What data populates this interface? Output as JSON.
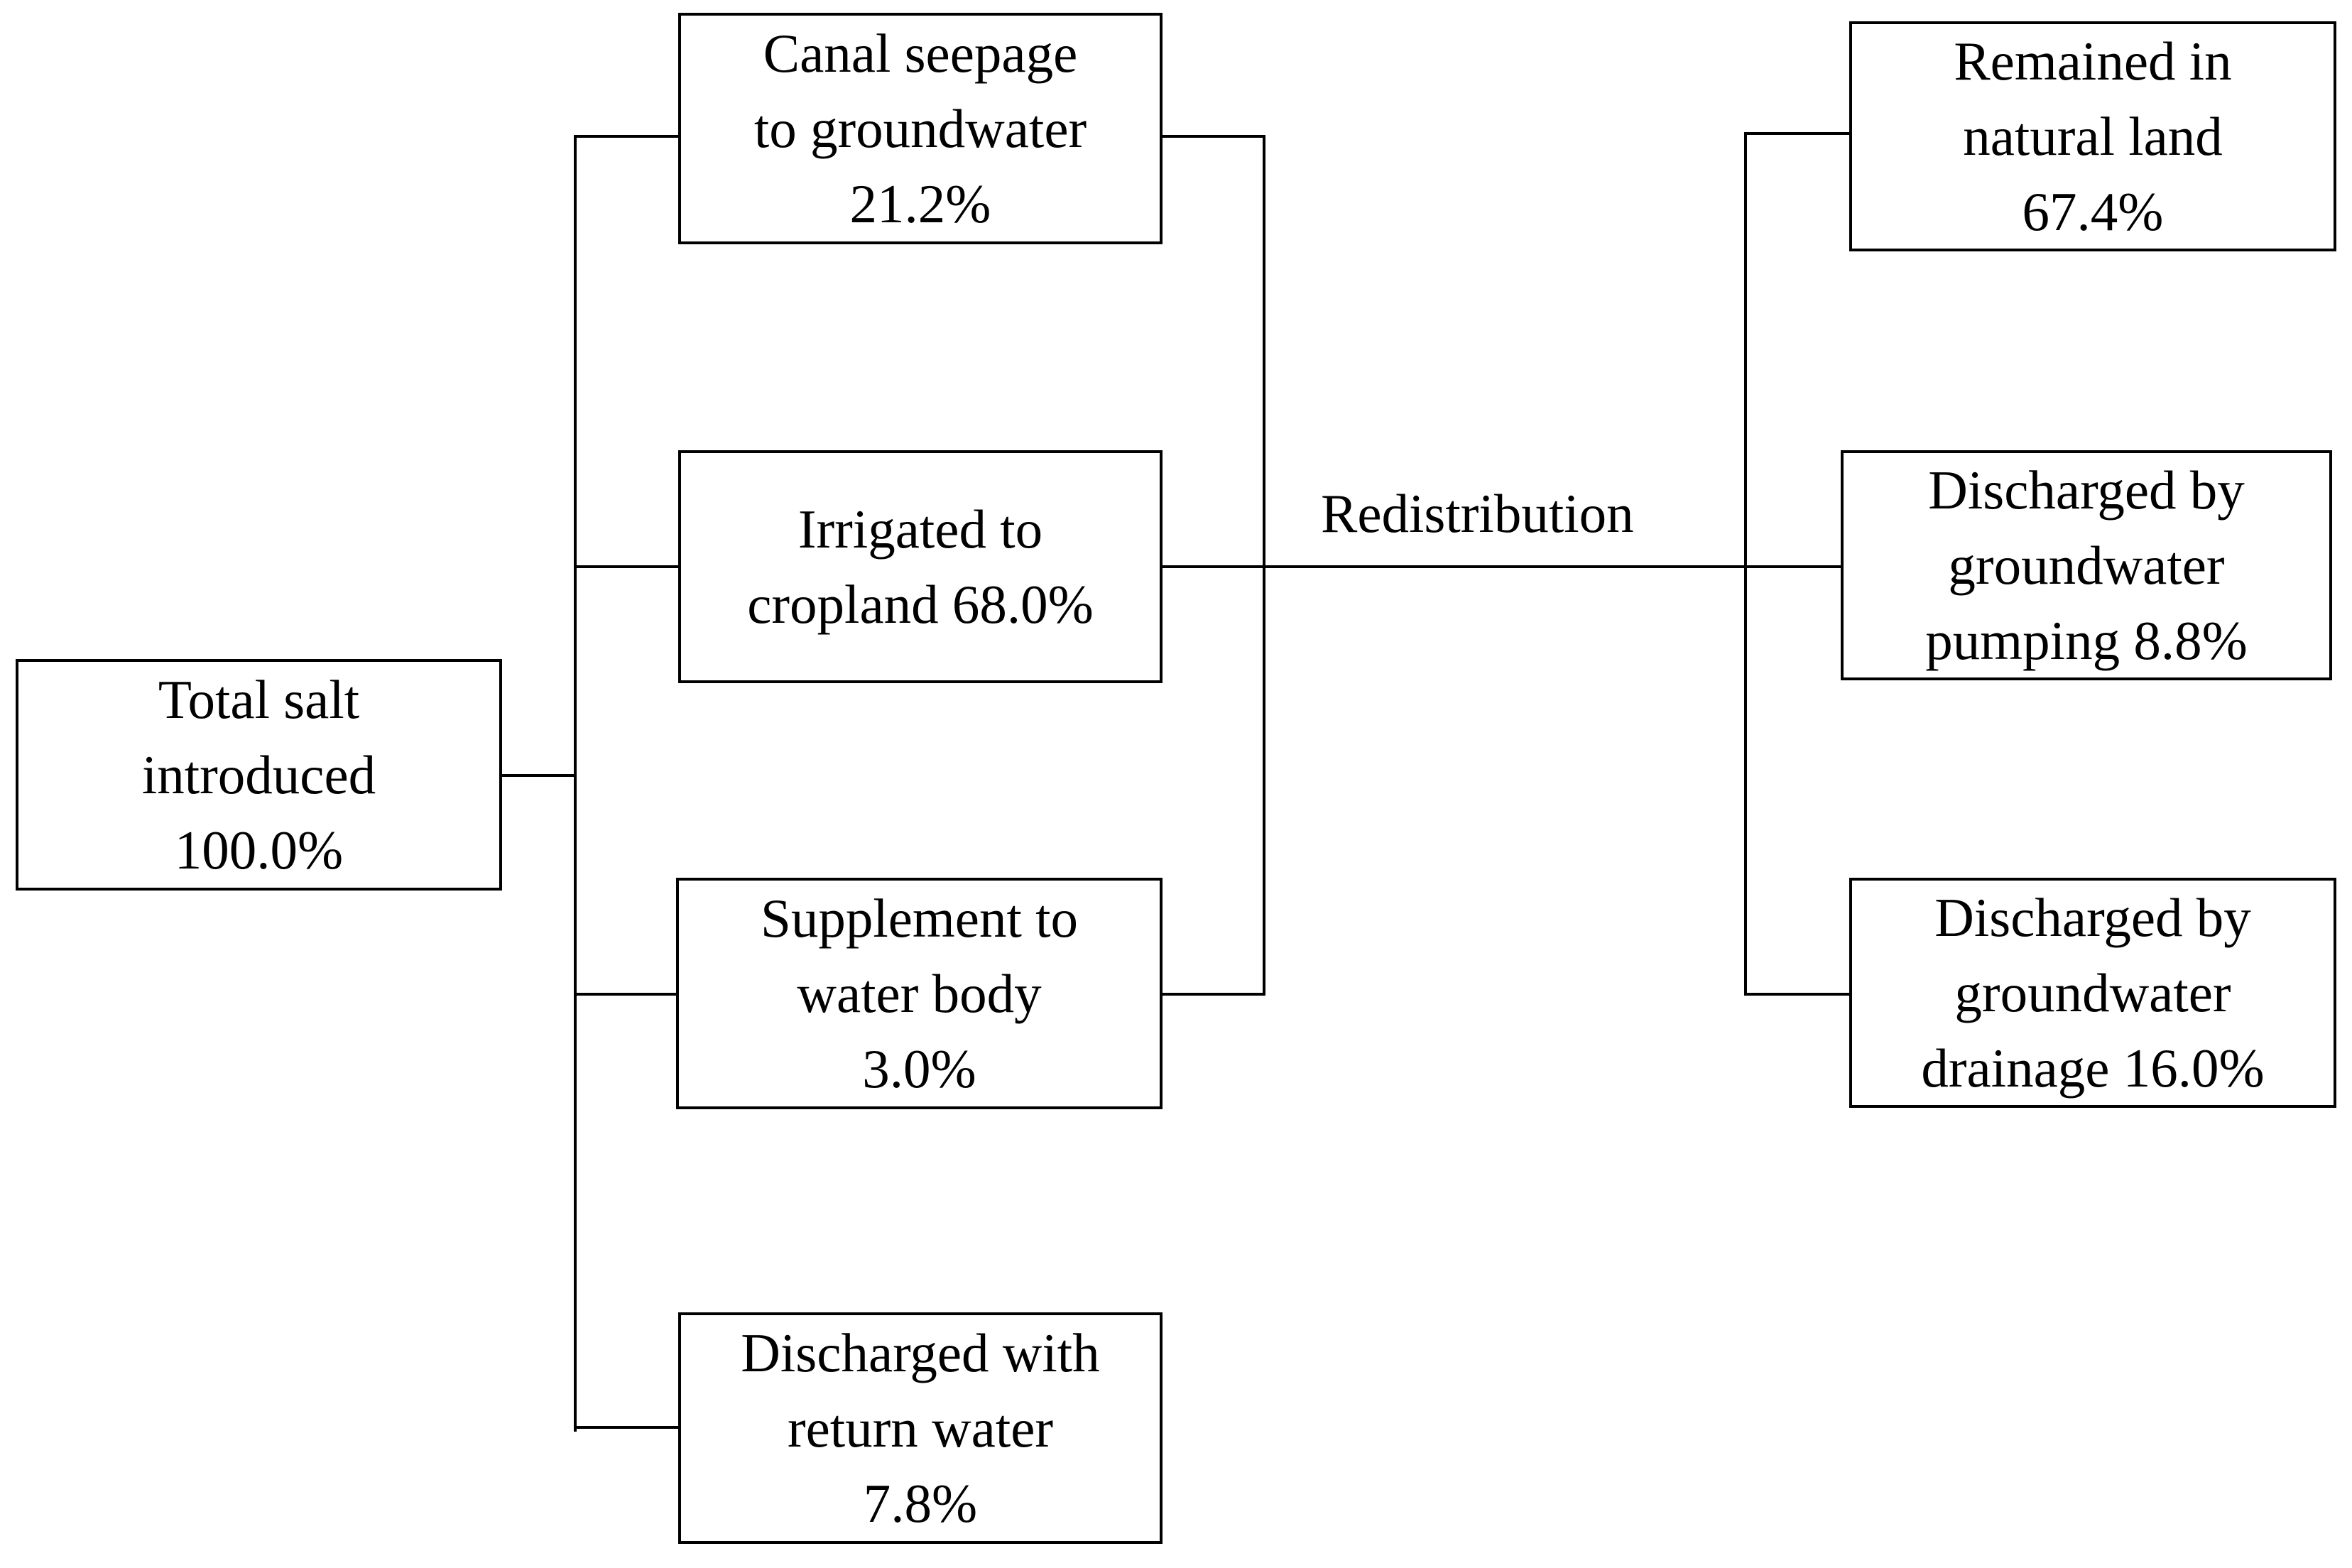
{
  "source": {
    "line1": "Total salt",
    "line2": "introduced",
    "line3": "100.0%"
  },
  "branches": [
    {
      "line1": "Canal seepage",
      "line2": "to groundwater",
      "line3": "21.2%"
    },
    {
      "line1": "Irrigated to",
      "line2": "cropland 68.0%"
    },
    {
      "line1": "Supplement to",
      "line2": "water body",
      "line3": "3.0%"
    },
    {
      "line1": "Discharged with",
      "line2": "return water",
      "line3": "7.8%"
    }
  ],
  "redistribution_label": "Redistribution",
  "outcomes": [
    {
      "line1": "Remained in",
      "line2": "natural land",
      "line3": "67.4%"
    },
    {
      "line1": "Discharged by",
      "line2": "groundwater",
      "line3": "pumping 8.8%"
    },
    {
      "line1": "Discharged by",
      "line2": "groundwater",
      "line3": "drainage 16.0%"
    }
  ]
}
